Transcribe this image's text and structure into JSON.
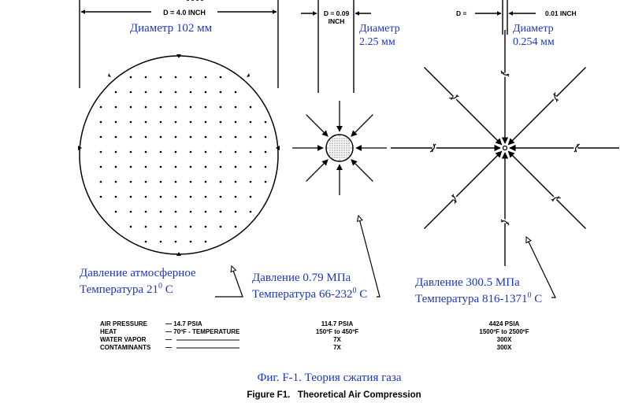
{
  "dims": {
    "large": "D = 4.0 INCH",
    "medium_line1": "D = 0.09",
    "medium_line2": "INCH",
    "small_prefix": "D =",
    "small_value": "0.01 INCH"
  },
  "ru_labels": {
    "diam1_line1": "Диаметр 102 мм",
    "diam2_line1": "Диаметр",
    "diam2_line2": "2.25 мм",
    "diam3_line1": "Диаметр",
    "diam3_line2": "0.254 мм",
    "state1_line1": "Давление атмосферное",
    "state1_line2": "Температура 21",
    "state1_sup": "0",
    "state1_unit": " C",
    "state2_line1": "Давление 0.79 МПа",
    "state2_line2": "Температура 66-232",
    "state2_sup": "0",
    "state2_unit": " C",
    "state3_line1": "Давление 300.5 МПа",
    "state3_line2": "Температура 816-1371",
    "state3_sup": "0",
    "state3_unit": " C"
  },
  "table": {
    "row_labels": [
      "AIR PRESSURE",
      "HEAT",
      "WATER VAPOR",
      "CONTAMINANTS"
    ],
    "col1": [
      "— 14.7 PSIA",
      "— 70ºF - TEMPERATURE",
      "—",
      "—"
    ],
    "col2": [
      "114.7 PSIA",
      "150ºF to 450ºF",
      "7X",
      "7X"
    ],
    "col3": [
      "4424 PSIA",
      "1500ºF to 2500ºF",
      "300X",
      "300X"
    ]
  },
  "caption": {
    "ru": "Фиг. F-1. Теория сжатия газа",
    "en": "Figure F1.   Theoretical Air Compression"
  },
  "colors": {
    "annotation": "#1a35c8",
    "ink": "#000000"
  }
}
